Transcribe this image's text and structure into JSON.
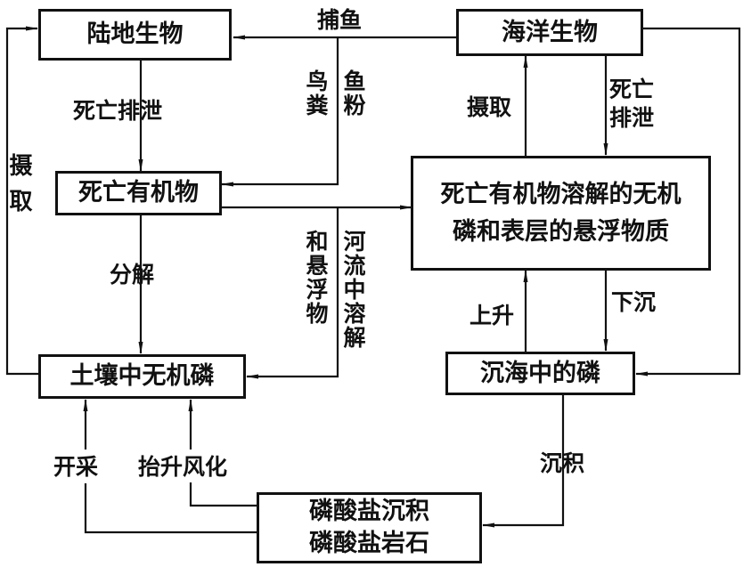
{
  "nodes": {
    "land_life": "陆地生物",
    "marine_life": "海洋生物",
    "dead_organic": "死亡有机物",
    "dissolved_line1": "死亡有机物溶解的无机",
    "dissolved_line2": "磷和表层的悬浮物质",
    "soil_p": "土壤中无机磷",
    "sea_p": "沉海中的磷",
    "rock_line1": "磷酸盐沉积",
    "rock_line2": "磷酸盐岩石"
  },
  "labels": {
    "fishing": "捕鱼",
    "guano": "鸟粪",
    "fishmeal": "鱼粉",
    "death_excretion_land": "死亡排泄",
    "uptake_land": "摄取",
    "decompose": "分解",
    "river_dissolved": "河流中溶解",
    "and_suspended": "和悬浮物",
    "uptake_marine": "摄取",
    "death_excretion_marine_1": "死亡",
    "death_excretion_marine_2": "排泄",
    "upwelling": "上升",
    "sinking": "下沉",
    "mining": "开采",
    "uplift_weathering": "抬升风化",
    "sedimentation": "沉积"
  }
}
